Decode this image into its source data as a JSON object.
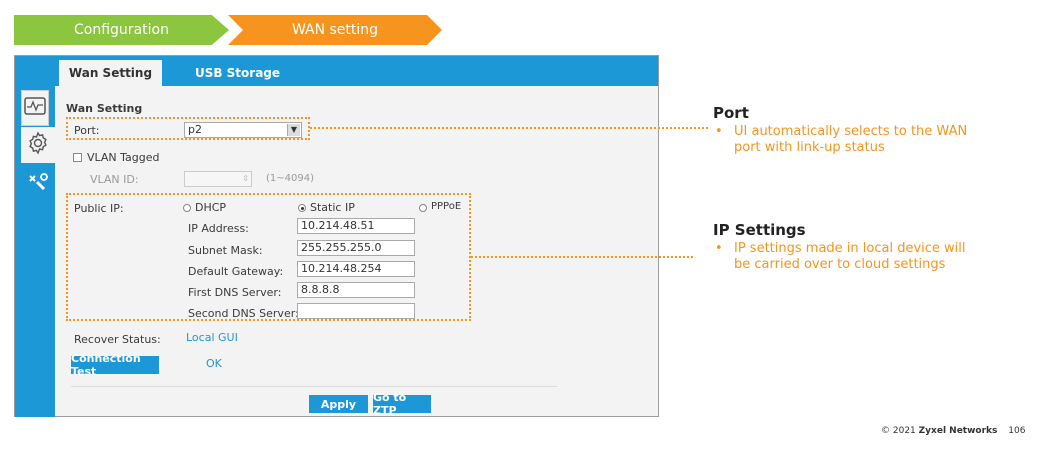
{
  "breadcrumb": {
    "step1": "Configuration",
    "step2": "WAN setting"
  },
  "tabs": {
    "active": "Wan Setting",
    "other": "USB Storage"
  },
  "sidebar": {
    "icons": [
      "monitor-icon",
      "gear-icon",
      "tools-icon"
    ]
  },
  "section_title": "Wan Setting",
  "port": {
    "label": "Port:",
    "value": "p2"
  },
  "vlan": {
    "checkbox_label": "VLAN Tagged",
    "id_label": "VLAN ID:",
    "range": "(1~4094)"
  },
  "public_ip": {
    "label": "Public IP:",
    "options": [
      "DHCP",
      "Static IP",
      "PPPoE"
    ],
    "selected": "Static IP",
    "fields": {
      "ip_label": "IP Address:",
      "ip_value": "10.214.48.51",
      "mask_label": "Subnet Mask:",
      "mask_value": "255.255.255.0",
      "gw_label": "Default Gateway:",
      "gw_value": "10.214.48.254",
      "dns1_label": "First DNS Server:",
      "dns1_value": "8.8.8.8",
      "dns2_label": "Second DNS Server:",
      "dns2_value": ""
    }
  },
  "recover": {
    "label": "Recover Status:",
    "value": "Local GUI"
  },
  "connection_test": {
    "button": "Connection Test",
    "result": "OK"
  },
  "actions": {
    "apply": "Apply",
    "ztp": "Go to ZTP"
  },
  "notes": {
    "port": {
      "title": "Port",
      "text": "UI automatically selects to the WAN port with link-up status"
    },
    "ip": {
      "title": "IP Settings",
      "text": "IP settings made in local device will be carried over to cloud settings"
    }
  },
  "footer": {
    "copyright": "© 2021",
    "company": "Zyxel Networks",
    "page": "106"
  },
  "colors": {
    "brand_blue": "#1d98d6",
    "accent_orange": "#f7941d",
    "accent_green": "#8cc63f"
  }
}
